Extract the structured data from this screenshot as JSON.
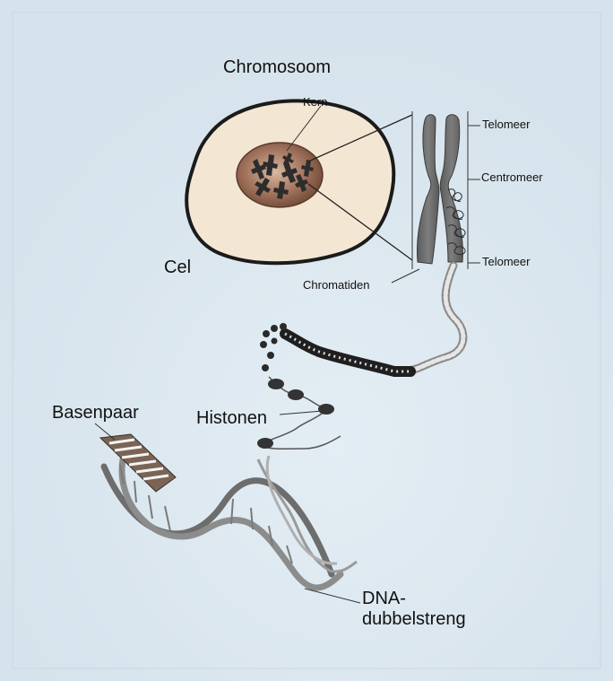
{
  "labels": {
    "chromosoom": "Chromosoom",
    "kern": "Kern",
    "cel": "Cel",
    "telomeer_top": "Telomeer",
    "centromeer": "Centromeer",
    "telomeer_bottom": "Telomeer",
    "chromatiden": "Chromatiden",
    "basenpaar": "Basenpaar",
    "histonen": "Histonen",
    "dna_line1": "DNA-",
    "dna_line2": "dubbelstreng"
  },
  "colors": {
    "background": "#d9e6ef",
    "cell_fill": "#f3e7d4",
    "nucleus_fill": "#9b6e56",
    "chromosome_fill": "#6a6a6a",
    "line": "#222222"
  }
}
